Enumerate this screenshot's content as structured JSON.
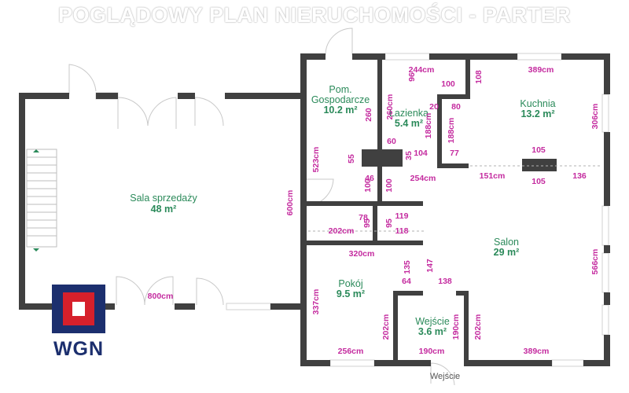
{
  "title": "POGLĄDOWY PLAN NIERUCHOMOŚCI - PARTER",
  "logo": {
    "text": "WGN",
    "colors": {
      "navy": "#1c2f6e",
      "red": "#d6202b"
    }
  },
  "colors": {
    "wall": "#404040",
    "room_label": "#2b8a5a",
    "dimension": "#c42b9f"
  },
  "rooms": [
    {
      "id": "sala",
      "name": "Sala sprzedaży",
      "area": "48 m²"
    },
    {
      "id": "pom",
      "name": "Pom.",
      "name2": "Gospodarcze",
      "area": "10.2 m²"
    },
    {
      "id": "lazienka",
      "name": "Łazienka",
      "area": "5.4 m²"
    },
    {
      "id": "kuchnia",
      "name": "Kuchnia",
      "area": "13.2 m²"
    },
    {
      "id": "salon",
      "name": "Salon",
      "area": "29 m²"
    },
    {
      "id": "pokoj",
      "name": "Pokój",
      "area": "9.5 m²"
    },
    {
      "id": "wejscie",
      "name": "Wejście",
      "area": "3.6 m²"
    }
  ],
  "entrance_label": "Wejście",
  "dimensions": {
    "d244": "244cm",
    "d96": "96",
    "d108": "108",
    "d389a": "389cm",
    "d100a": "100",
    "d260a": "260cm",
    "d260b": "260",
    "d20": "20",
    "d80": "80",
    "d306": "306cm",
    "d188a": "188cm",
    "d188b": "188cm",
    "d60": "60",
    "d104": "104",
    "d35": "35",
    "d77": "77",
    "d105a": "105",
    "d523": "523cm",
    "d55": "55",
    "d46": "46",
    "d100b": "100",
    "d100c": "100",
    "d254": "254cm",
    "d151": "151cm",
    "d105b": "105",
    "d136": "136",
    "d600": "600cm",
    "d78": "78",
    "d119": "119",
    "d95a": "95",
    "d95b": "95",
    "d118": "118",
    "d202a": "202cm",
    "d320": "320cm",
    "d135": "135",
    "d147": "147",
    "d64": "64",
    "d138": "138",
    "d566": "566cm",
    "d800": "800cm",
    "d337": "337cm",
    "d202b": "202cm",
    "d190a": "190cm",
    "d202c": "202cm",
    "d256": "256cm",
    "d190b": "190cm",
    "d389b": "389cm"
  }
}
